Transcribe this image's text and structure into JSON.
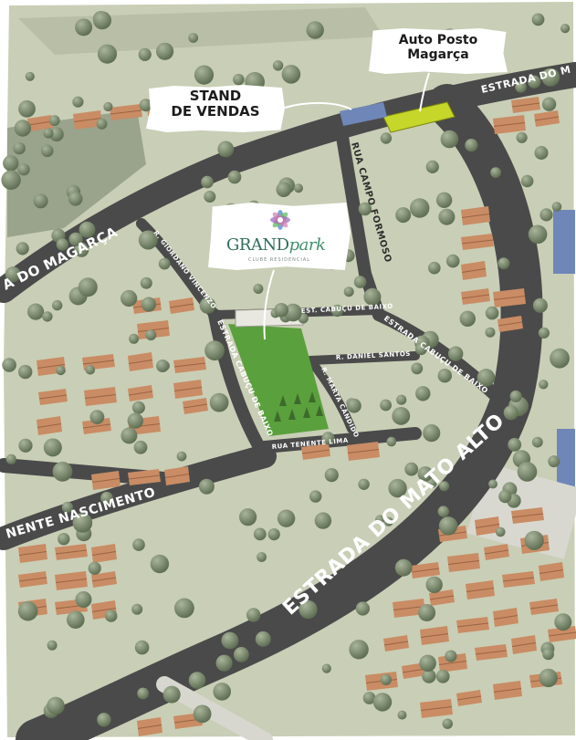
{
  "callouts": {
    "stand_line1": "STAND",
    "stand_line2": "DE VENDAS",
    "posto_line1": "Auto Posto",
    "posto_line2": "Magarça"
  },
  "logo": {
    "brand_part1": "GRAND",
    "brand_part2": "park",
    "tagline": "CLUBE RESIDENCIAL"
  },
  "streets": {
    "estrada_do_m": "ESTRADA DO M",
    "estrada_do_magarca": "A DO MAGARÇA",
    "rua_campo_formoso": "RUA CAMPO FORMOSO",
    "r_giordano_vincenzo": "R. GIORDANO VINCENZO",
    "est_cabucu_baixo_short": "EST. CABUÇU DE BAIXO",
    "estrada_cabucu_baixo_right": "ESTRADA CABUÇU DE BAIXO",
    "estrada_cabucu_baixo_left": "ESTRADA CABUÇU DE BAIXO",
    "r_daniel_santos": "R. DANIEL SANTOS",
    "r_marta_candido": "R. MARTA CÂNDIDO",
    "rua_tenente_lima": "RUA TENENTE LIMA",
    "tenente_nascimento": "NENTE NASCIMENTO",
    "estrada_do_mato_alto": "ESTRADA DO MATO ALTO"
  },
  "colors": {
    "ground": "#c9ceb6",
    "road": "#4a4a4a",
    "tree": "#7a8a6c",
    "roof": "#c98c64",
    "lot": "#5aa03c",
    "gas_station": "#c6d62a",
    "dark_field": "#8e9882"
  }
}
